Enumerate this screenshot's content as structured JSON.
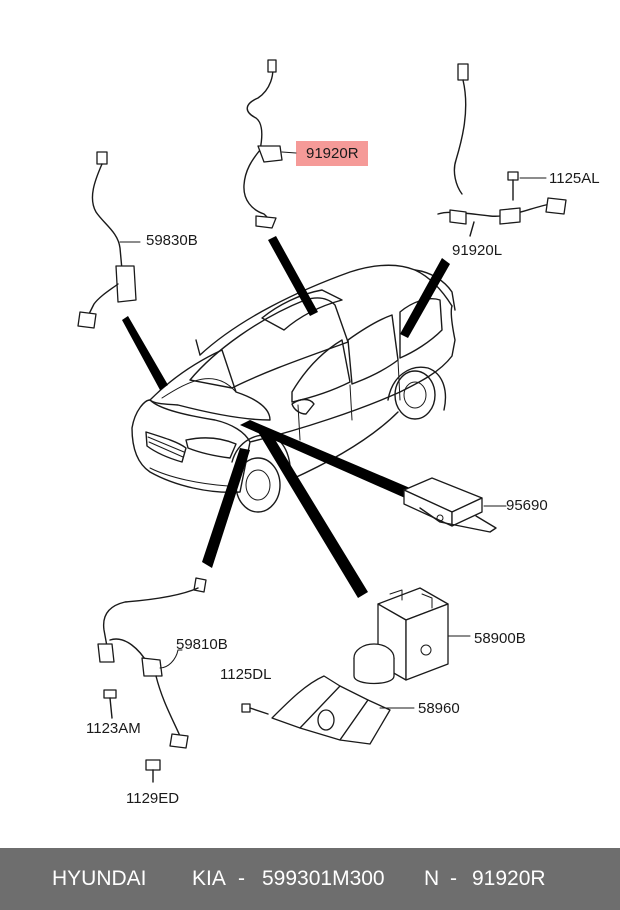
{
  "callouts": {
    "p_91920R": "91920R",
    "p_59830B": "59830B",
    "p_1125AL": "1125AL",
    "p_91920L": "91920L",
    "p_95690": "95690",
    "p_59810B": "59810B",
    "p_58900B": "58900B",
    "p_1125DL": "1125DL",
    "p_1123AM": "1123AM",
    "p_58960": "58960",
    "p_1129ED": "1129ED"
  },
  "highlight": {
    "color": "#f59a98",
    "part": "91920R"
  },
  "footer": {
    "brand": "HYUNDAI",
    "make": "KIA",
    "sep1": "-",
    "part_number": "599301M300",
    "n_label": "N",
    "sep2": "-",
    "n_value": "91920R",
    "background": "#6e6e6e"
  }
}
